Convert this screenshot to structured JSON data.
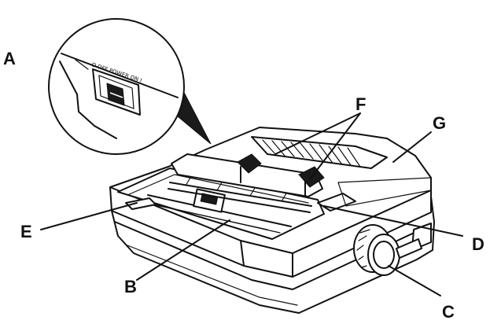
{
  "labels": {
    "a": "A",
    "b": "B",
    "c": "C",
    "d": "D",
    "e": "E",
    "f": "F",
    "g": "G"
  },
  "switch_text": "O OFF POWER ON I",
  "colors": {
    "ink": "#111111",
    "paper": "#ffffff"
  }
}
